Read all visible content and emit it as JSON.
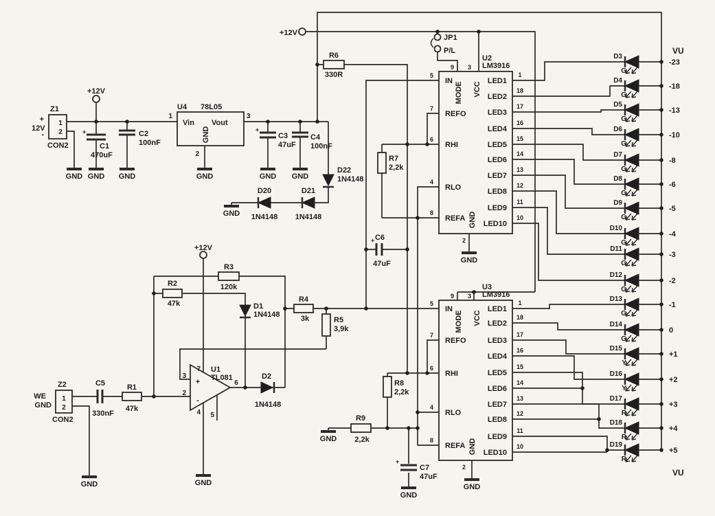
{
  "labels": {
    "gnd": "GND",
    "v12": "+12V",
    "vu": "VU"
  },
  "z1": {
    "ref": "Z1",
    "type": "CON2",
    "p1": "1",
    "p2": "2",
    "plus": "+",
    "minus": "-",
    "volt": "12V"
  },
  "z2": {
    "ref": "Z2",
    "type": "CON2",
    "p1": "1",
    "p2": "2",
    "sig": "WE",
    "gnd": "GND"
  },
  "u4": {
    "ref": "U4",
    "part": "78L05",
    "vin": "Vin",
    "vout": "Vout",
    "gnd": "GND",
    "p1": "1",
    "p2": "2",
    "p3": "3"
  },
  "u1": {
    "ref": "U1",
    "part": "TL081",
    "p2": "2",
    "p3": "3",
    "p4": "4",
    "p5": "5",
    "p6": "6",
    "p7": "7",
    "plus": "+",
    "minus": "-"
  },
  "jp1": {
    "ref": "JP1",
    "label": "P/L"
  },
  "caps": {
    "c1": {
      "ref": "C1",
      "val": "470uF"
    },
    "c2": {
      "ref": "C2",
      "val": "100nF"
    },
    "c3": {
      "ref": "C3",
      "val": "47uF"
    },
    "c4": {
      "ref": "C4",
      "val": "100nF"
    },
    "c5": {
      "ref": "C5",
      "val": "330nF"
    },
    "c6": {
      "ref": "C6",
      "val": "47uF"
    },
    "c7": {
      "ref": "C7",
      "val": "47uF"
    }
  },
  "res": {
    "r1": {
      "ref": "R1",
      "val": "47k"
    },
    "r2": {
      "ref": "R2",
      "val": "47k"
    },
    "r3": {
      "ref": "R3",
      "val": "120k"
    },
    "r4": {
      "ref": "R4",
      "val": "3k"
    },
    "r5": {
      "ref": "R5",
      "val": "3,9k"
    },
    "r6": {
      "ref": "R6",
      "val": "330R"
    },
    "r7": {
      "ref": "R7",
      "val": "2,2k"
    },
    "r8": {
      "ref": "R8",
      "val": "2,2k"
    },
    "r9": {
      "ref": "R9",
      "val": "2,2k"
    }
  },
  "diodes": {
    "d1": {
      "ref": "D1",
      "val": "1N4148"
    },
    "d2": {
      "ref": "D2",
      "val": "1N4148"
    },
    "d20": {
      "ref": "D20",
      "val": "1N4148"
    },
    "d21": {
      "ref": "D21",
      "val": "1N4148"
    },
    "d22": {
      "ref": "D22",
      "val": "1N4148"
    }
  },
  "ics": [
    {
      "ref": "U2",
      "part": "LM3916",
      "mode": "MODE",
      "vcc": "VCC",
      "gnd": "GND",
      "mode_pin": "9",
      "vcc_pin": "3",
      "gnd_pin": "2",
      "left": [
        {
          "n": "5",
          "l": "IN"
        },
        {
          "n": "7",
          "l": "REFO"
        },
        {
          "n": "6",
          "l": "RHI"
        },
        {
          "n": "4",
          "l": "RLO"
        },
        {
          "n": "8",
          "l": "REFA"
        }
      ],
      "right": [
        {
          "n": "1",
          "l": "LED1"
        },
        {
          "n": "18",
          "l": "LED2"
        },
        {
          "n": "17",
          "l": "LED3"
        },
        {
          "n": "16",
          "l": "LED4"
        },
        {
          "n": "15",
          "l": "LED5"
        },
        {
          "n": "14",
          "l": "LED6"
        },
        {
          "n": "13",
          "l": "LED7"
        },
        {
          "n": "12",
          "l": "LED8"
        },
        {
          "n": "11",
          "l": "LED9"
        },
        {
          "n": "10",
          "l": "LED10"
        }
      ]
    },
    {
      "ref": "U3",
      "part": "LM3916",
      "mode": "MODE",
      "vcc": "VCC",
      "gnd": "GND",
      "mode_pin": "9",
      "vcc_pin": "3",
      "gnd_pin": "2",
      "left": [
        {
          "n": "5",
          "l": "IN"
        },
        {
          "n": "7",
          "l": "REFO"
        },
        {
          "n": "6",
          "l": "RHI"
        },
        {
          "n": "4",
          "l": "RLO"
        },
        {
          "n": "8",
          "l": "REFA"
        }
      ],
      "right": [
        {
          "n": "1",
          "l": "LED1"
        },
        {
          "n": "18",
          "l": "LED2"
        },
        {
          "n": "17",
          "l": "LED3"
        },
        {
          "n": "16",
          "l": "LED4"
        },
        {
          "n": "15",
          "l": "LED5"
        },
        {
          "n": "14",
          "l": "LED6"
        },
        {
          "n": "13",
          "l": "LED7"
        },
        {
          "n": "12",
          "l": "LED8"
        },
        {
          "n": "11",
          "l": "LED9"
        },
        {
          "n": "10",
          "l": "LED10"
        }
      ]
    }
  ],
  "leds": [
    {
      "ref": "D3",
      "color": "G",
      "scale": "-23"
    },
    {
      "ref": "D4",
      "color": "G",
      "scale": "-18"
    },
    {
      "ref": "D5",
      "color": "G",
      "scale": "-13"
    },
    {
      "ref": "D6",
      "color": "G",
      "scale": "-10"
    },
    {
      "ref": "D7",
      "color": "G",
      "scale": "-8"
    },
    {
      "ref": "D8",
      "color": "G",
      "scale": "-6"
    },
    {
      "ref": "D9",
      "color": "G",
      "scale": "-5"
    },
    {
      "ref": "D10",
      "color": "G",
      "scale": "-4"
    },
    {
      "ref": "D11",
      "color": "G",
      "scale": "-3"
    },
    {
      "ref": "D12",
      "color": "G",
      "scale": "-2"
    },
    {
      "ref": "D13",
      "color": "G",
      "scale": "-1"
    },
    {
      "ref": "D14",
      "color": "G",
      "scale": "0"
    },
    {
      "ref": "D15",
      "color": "Y",
      "scale": "+1"
    },
    {
      "ref": "D16",
      "color": "Y",
      "scale": "+2"
    },
    {
      "ref": "D17",
      "color": "R",
      "scale": "+3"
    },
    {
      "ref": "D18",
      "color": "R",
      "scale": "+4"
    },
    {
      "ref": "D19",
      "color": "R",
      "scale": "+5"
    }
  ]
}
